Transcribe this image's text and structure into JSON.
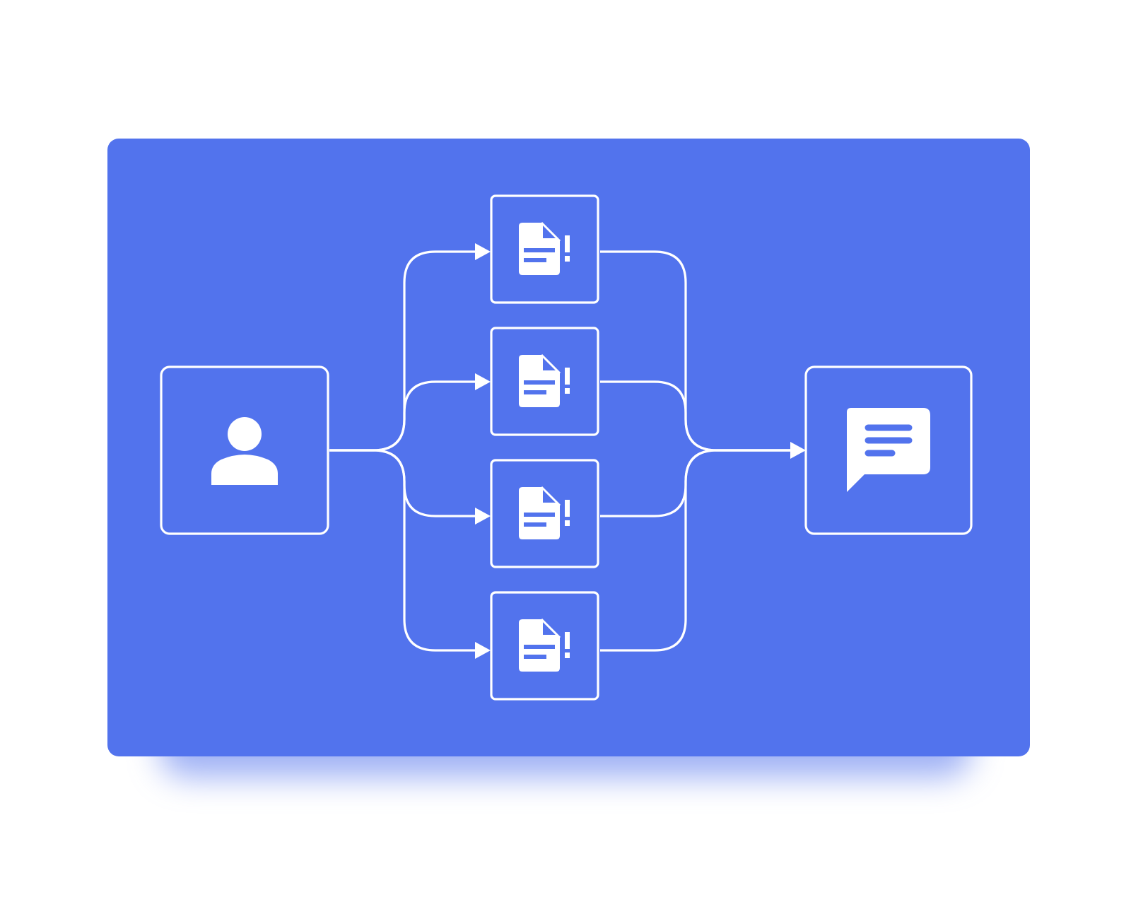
{
  "colors": {
    "panel": "#5273ed",
    "stroke": "#ffffff",
    "page": "#ffffff"
  },
  "nodes": [
    {
      "id": "user",
      "icon": "user-icon"
    },
    {
      "id": "document-1",
      "icon": "document-alert-icon"
    },
    {
      "id": "document-2",
      "icon": "document-alert-icon"
    },
    {
      "id": "document-3",
      "icon": "document-alert-icon"
    },
    {
      "id": "document-4",
      "icon": "document-alert-icon"
    },
    {
      "id": "message",
      "icon": "chat-bubble-icon"
    }
  ],
  "edges": [
    {
      "from": "user",
      "to": "document-1"
    },
    {
      "from": "user",
      "to": "document-2"
    },
    {
      "from": "user",
      "to": "document-3"
    },
    {
      "from": "user",
      "to": "document-4"
    },
    {
      "from": "document-1",
      "to": "message"
    },
    {
      "from": "document-2",
      "to": "message"
    },
    {
      "from": "document-3",
      "to": "message"
    },
    {
      "from": "document-4",
      "to": "message"
    }
  ]
}
